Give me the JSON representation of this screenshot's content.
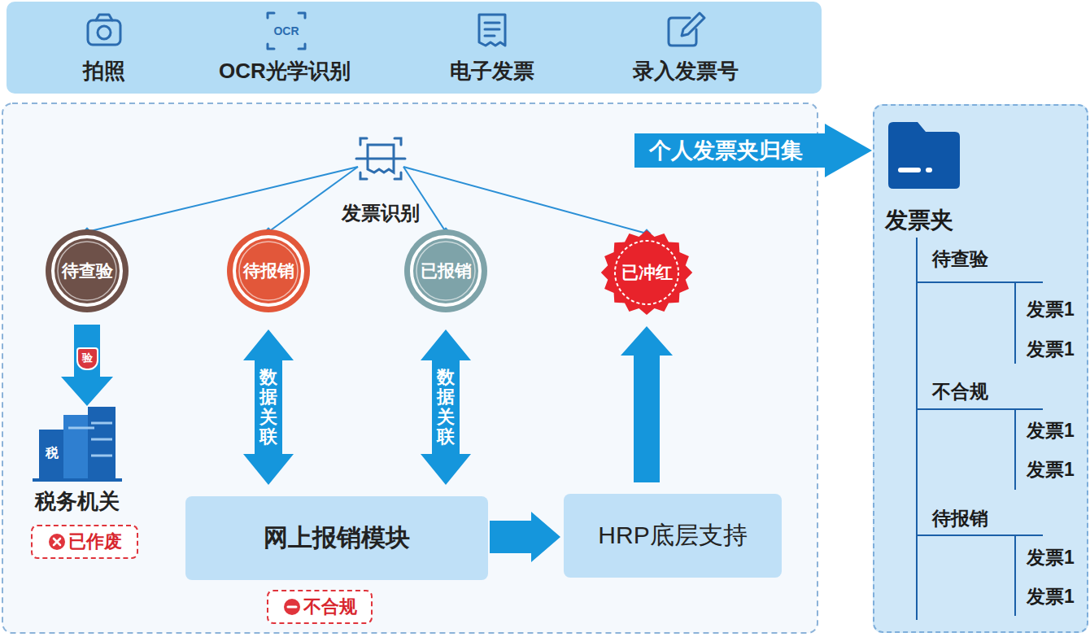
{
  "diagram": {
    "nodes": [
      {
        "text": [
          "拍照",
          "OCR光学识别",
          "电子发票",
          "录入发票号"
        ]
      },
      {
        "text": [
          "发票识别"
        ]
      },
      {
        "text": [
          "待查验"
        ]
      },
      {
        "text": [
          "待报销"
        ]
      },
      {
        "text": [
          "已报销"
        ]
      },
      {
        "text": [
          "已冲红"
        ]
      },
      {
        "text": [
          "税务机关"
        ]
      },
      {
        "text": [
          "已作废"
        ]
      },
      {
        "text": [
          "网上报销模块"
        ]
      },
      {
        "text": [
          "不合规"
        ]
      },
      {
        "text": [
          "HRP底层支持"
        ]
      },
      {
        "text": [
          "个人发票夹归集"
        ]
      },
      {
        "text": [
          "发票夹"
        ]
      }
    ],
    "edges": [
      {
        "from": 1,
        "to": 2,
        "arrow": "to"
      },
      {
        "from": 1,
        "to": 3,
        "arrow": "to"
      },
      {
        "from": 1,
        "to": 4,
        "arrow": "to"
      },
      {
        "from": 1,
        "to": 5,
        "arrow": "to"
      },
      {
        "from": 2,
        "to": 6,
        "label": "验",
        "arrow": "to"
      },
      {
        "from": 3,
        "to": 8,
        "label": "数据关联",
        "arrow": "both"
      },
      {
        "from": 4,
        "to": 8,
        "label": "数据关联",
        "arrow": "both"
      },
      {
        "from": 8,
        "to": 10,
        "arrow": "to"
      },
      {
        "from": 10,
        "to": 5,
        "arrow": "to"
      }
    ],
    "labels": [
      "OCR",
      "税",
      "待查验",
      "发票1",
      "发票1",
      "不合规",
      "发票1",
      "发票1",
      "待报销",
      "发票1",
      "发票1"
    ]
  }
}
